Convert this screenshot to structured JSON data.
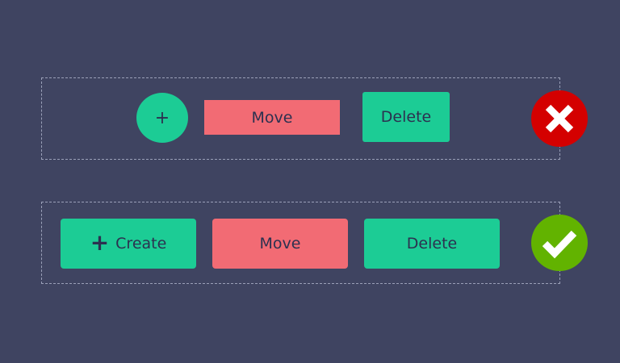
{
  "bad_example": {
    "add_icon_label": "+",
    "move_label": "Move",
    "delete_label": "Delete",
    "status_icon": "x-mark-icon",
    "status_color": "#d40000"
  },
  "good_example": {
    "create_icon_label": "+",
    "create_label": "Create",
    "move_label": "Move",
    "delete_label": "Delete",
    "status_icon": "check-mark-icon",
    "status_color": "#62b300"
  },
  "colors": {
    "background": "#3f4461",
    "primary_button": "#1ccc95",
    "secondary_button": "#f26b74",
    "button_text": "#2c3150",
    "dashed_border": "#9aa0b8"
  }
}
